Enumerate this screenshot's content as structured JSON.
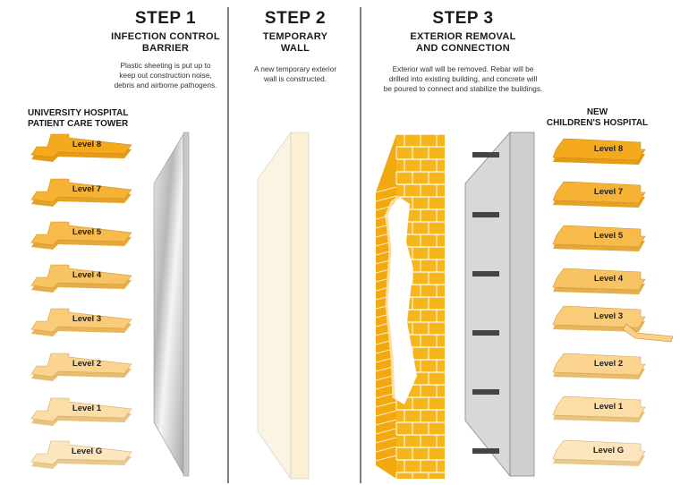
{
  "steps": [
    {
      "title": "STEP 1",
      "subtitle": [
        "INFECTION CONTROL",
        "BARRIER"
      ],
      "description": [
        "Plastic sheeting is put up to",
        "keep out construction noise,",
        "debris and airborne pathogens."
      ]
    },
    {
      "title": "STEP 2",
      "subtitle": [
        "TEMPORARY",
        "WALL"
      ],
      "description": [
        "A new temporary exterior",
        "wall is constructed."
      ]
    },
    {
      "title": "STEP 3",
      "subtitle": [
        "EXTERIOR REMOVAL",
        "AND CONNECTION"
      ],
      "description": [
        "Exterior wall will be removed. Rebar will be",
        "drilled into existing building, and concrete will",
        "be poured to connect and stabilize the buildings."
      ]
    }
  ],
  "buildings": {
    "left": {
      "name": [
        "UNIVERSITY HOSPITAL",
        "PATIENT CARE TOWER"
      ],
      "levels": [
        "Level 8",
        "Level 7",
        "Level 5",
        "Level 4",
        "Level 3",
        "Level 2",
        "Level 1",
        "Level G"
      ]
    },
    "right": {
      "name": [
        "NEW",
        "CHILDREN'S HOSPITAL"
      ],
      "levels": [
        "Level 8",
        "Level 7",
        "Level 5",
        "Level 4",
        "Level 3",
        "Level 2",
        "Level 1",
        "Level G"
      ]
    }
  },
  "colors": {
    "floor_dark": "#f5a91e",
    "floor_light": "#fde6bd",
    "brick": "#f7b51c",
    "concrete": "#d4d4d4",
    "temp_wall": "#fcf4e2",
    "divider": "#555555"
  }
}
